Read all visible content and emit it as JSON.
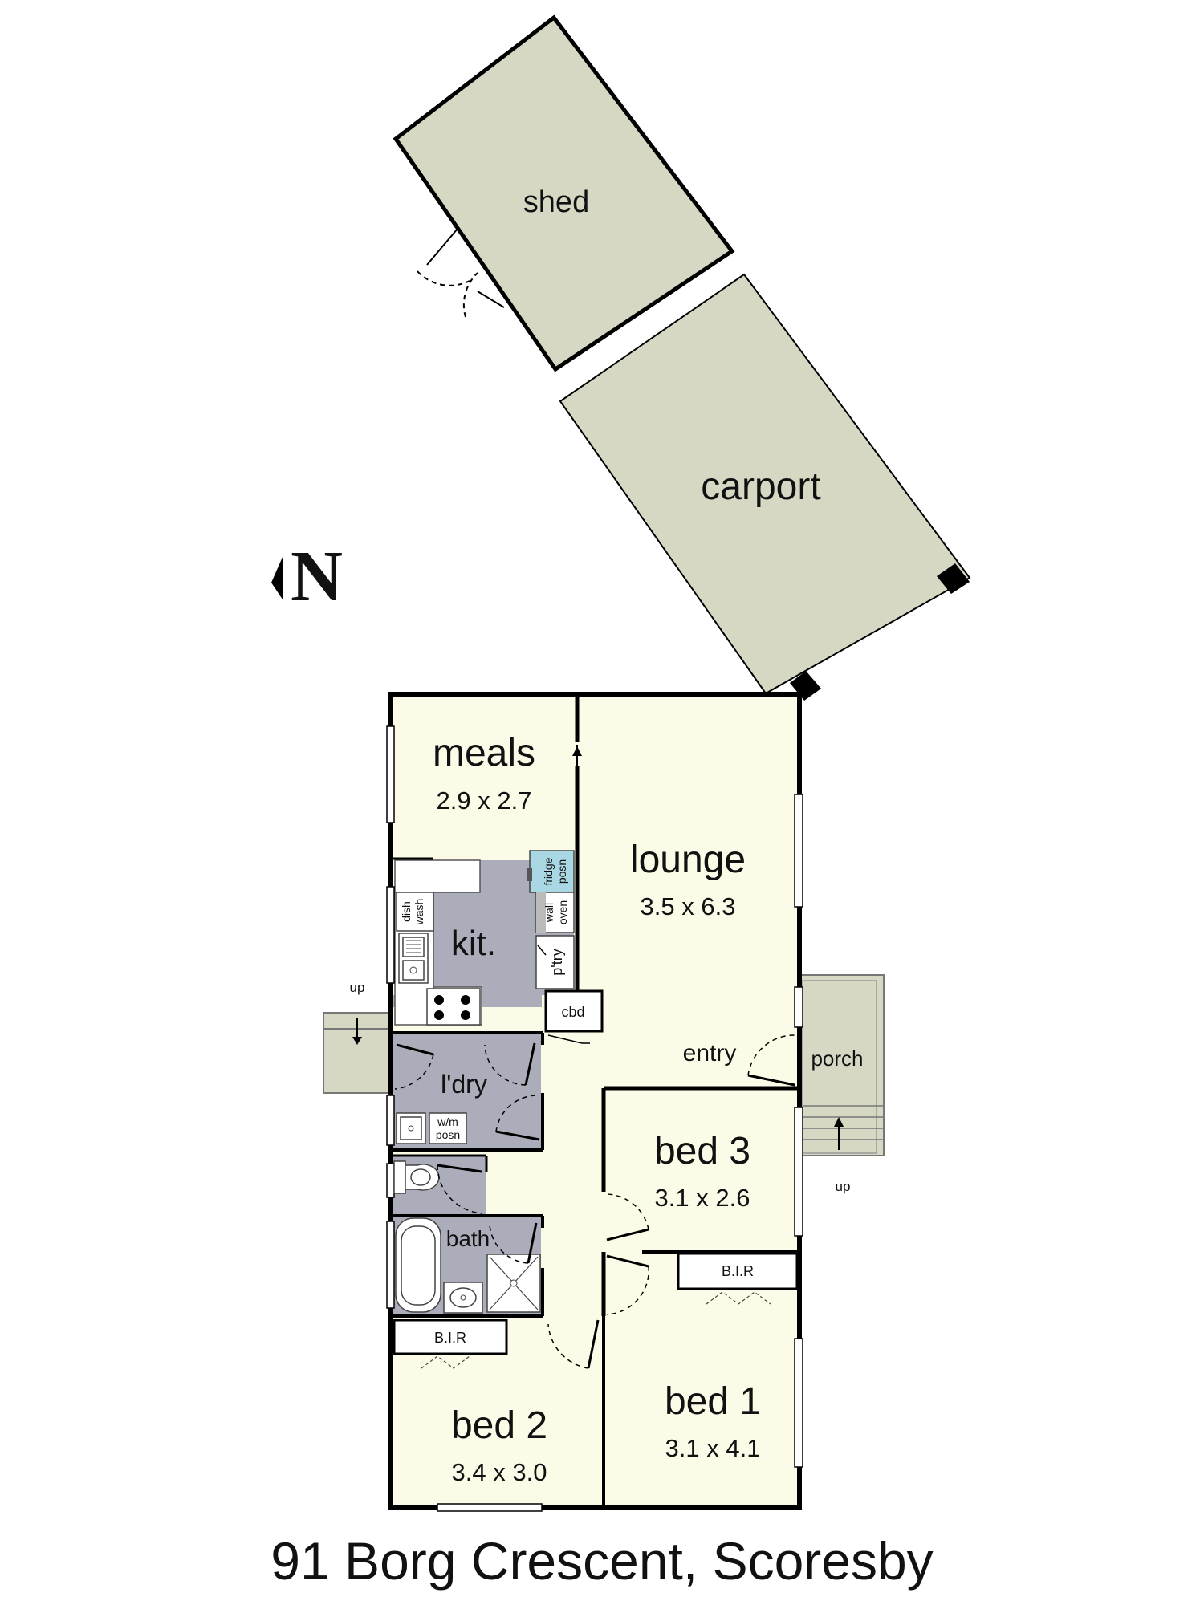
{
  "plan": {
    "address": "91 Borg Crescent, Scoresby",
    "north_label": "N"
  },
  "outbuildings": {
    "shed": {
      "name": "shed"
    },
    "carport": {
      "name": "carport"
    }
  },
  "rooms": {
    "meals": {
      "name": "meals",
      "dims": "2.9 x 2.7"
    },
    "lounge": {
      "name": "lounge",
      "dims": "3.5 x 6.3"
    },
    "kitchen": {
      "name": "kit."
    },
    "laundry": {
      "name": "l'dry"
    },
    "bath": {
      "name": "bath"
    },
    "entry": {
      "name": "entry"
    },
    "porch": {
      "name": "porch"
    },
    "bed3": {
      "name": "bed 3",
      "dims": "3.1 x 2.6"
    },
    "bed1": {
      "name": "bed 1",
      "dims": "3.1 x 4.1"
    },
    "bed2": {
      "name": "bed 2",
      "dims": "3.4 x 3.0"
    }
  },
  "fixtures": {
    "fridge": [
      "fridge",
      "posn"
    ],
    "wall_oven": [
      "wall",
      "oven"
    ],
    "dish_wash": [
      "dish",
      "wash"
    ],
    "pantry": "p'try",
    "cbd": "cbd",
    "wm": [
      "w/m",
      "posn"
    ],
    "bir_bed1": "B.I.R",
    "bir_bed2": "B.I.R"
  },
  "stairs": {
    "left_up": "up",
    "porch_up": "up"
  },
  "colors": {
    "outbuilding_fill": "#d6d8c4",
    "room_fill": "#fcfbe8",
    "wet_area_fill": "#acadbb",
    "wall": "#000000",
    "fridge_fill": "#a9d7e3"
  }
}
